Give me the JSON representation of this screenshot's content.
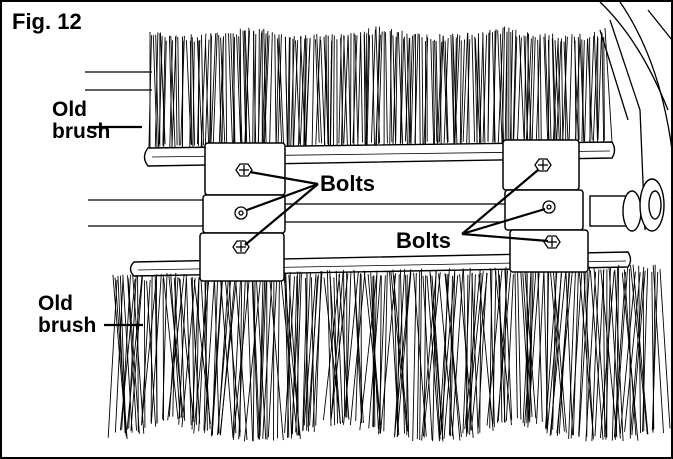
{
  "figure": {
    "number_label": "Fig. 12",
    "labels": {
      "old_brush_top": "Old\nbrush",
      "old_brush_bottom": "Old\nbrush",
      "bolts_upper": "Bolts",
      "bolts_lower": "Bolts"
    }
  },
  "colors": {
    "ink": "#000000",
    "background": "#ffffff",
    "plate_fill": "#ffffff"
  }
}
